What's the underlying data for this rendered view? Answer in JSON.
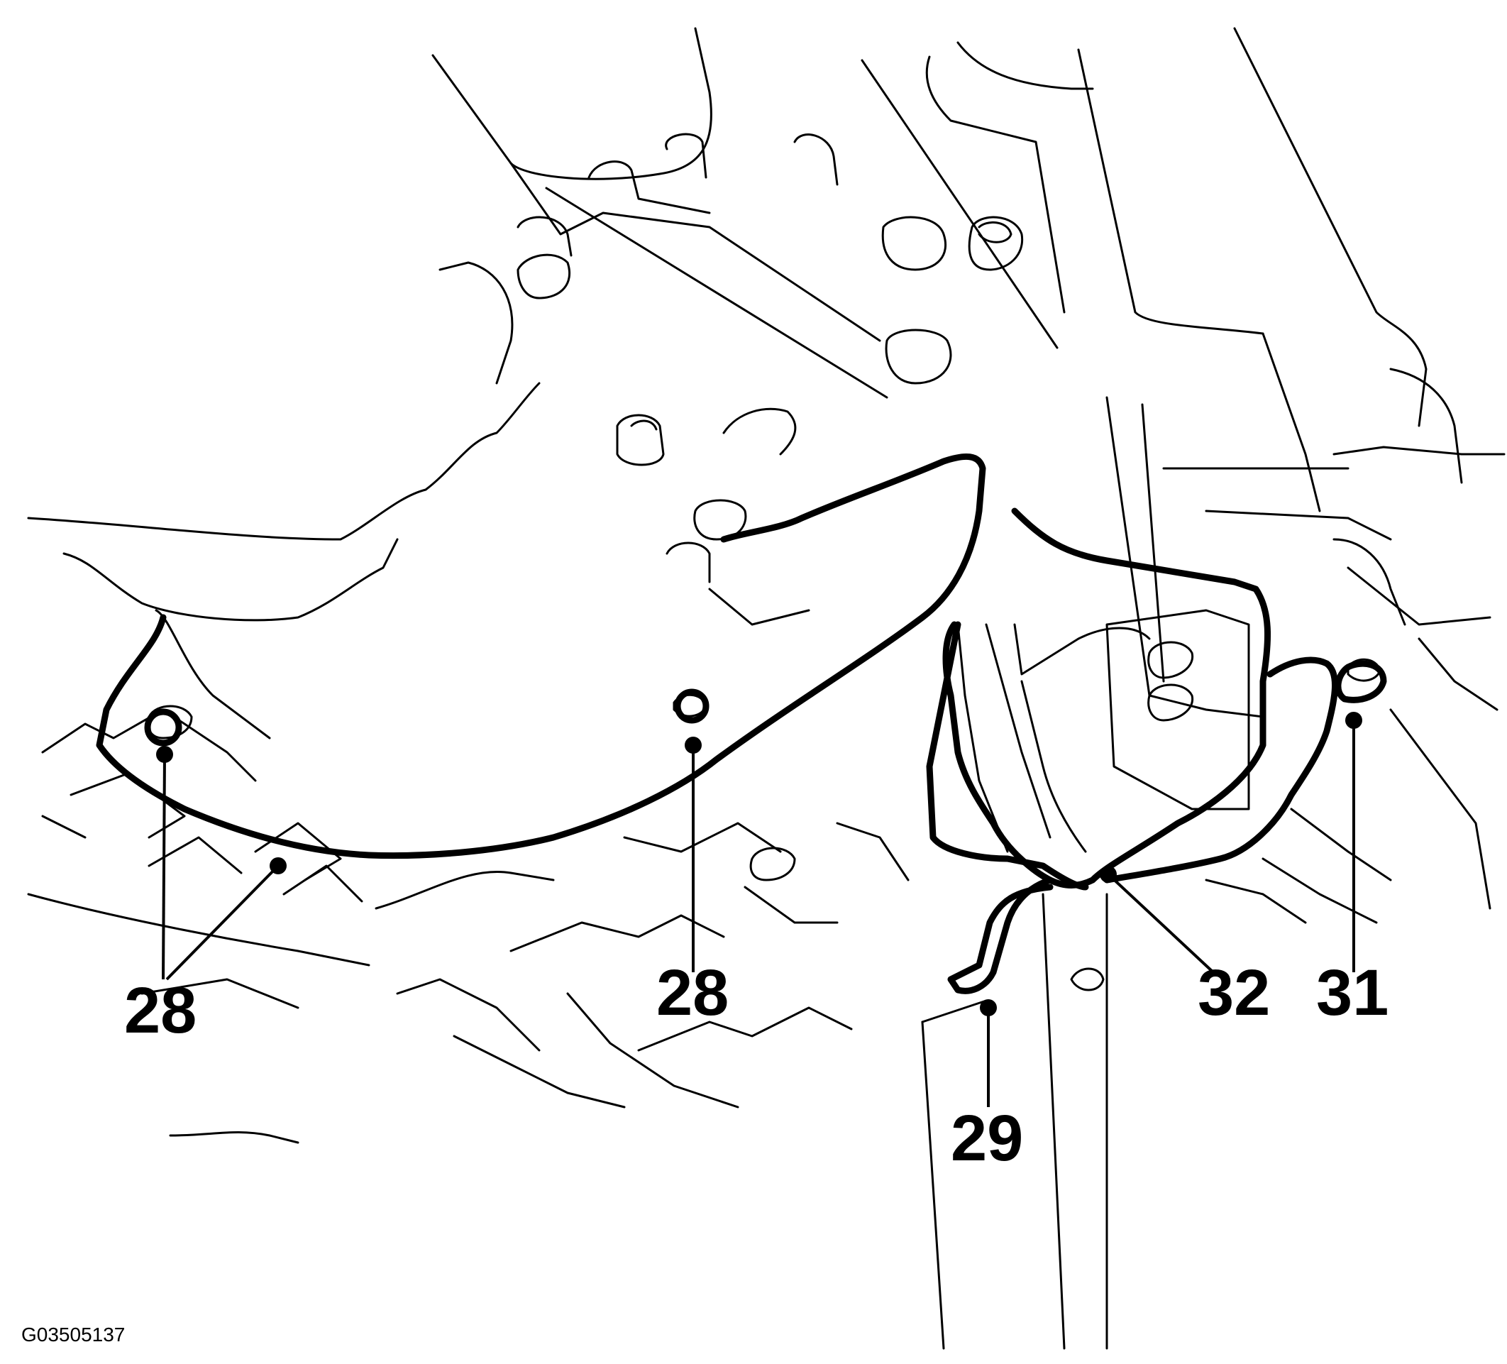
{
  "figure_id": "G03505137",
  "callouts": [
    {
      "id": "callout-28-a",
      "label": "28"
    },
    {
      "id": "callout-28-b",
      "label": "28"
    },
    {
      "id": "callout-29",
      "label": "29"
    },
    {
      "id": "callout-32",
      "label": "32"
    },
    {
      "id": "callout-31",
      "label": "31"
    }
  ]
}
